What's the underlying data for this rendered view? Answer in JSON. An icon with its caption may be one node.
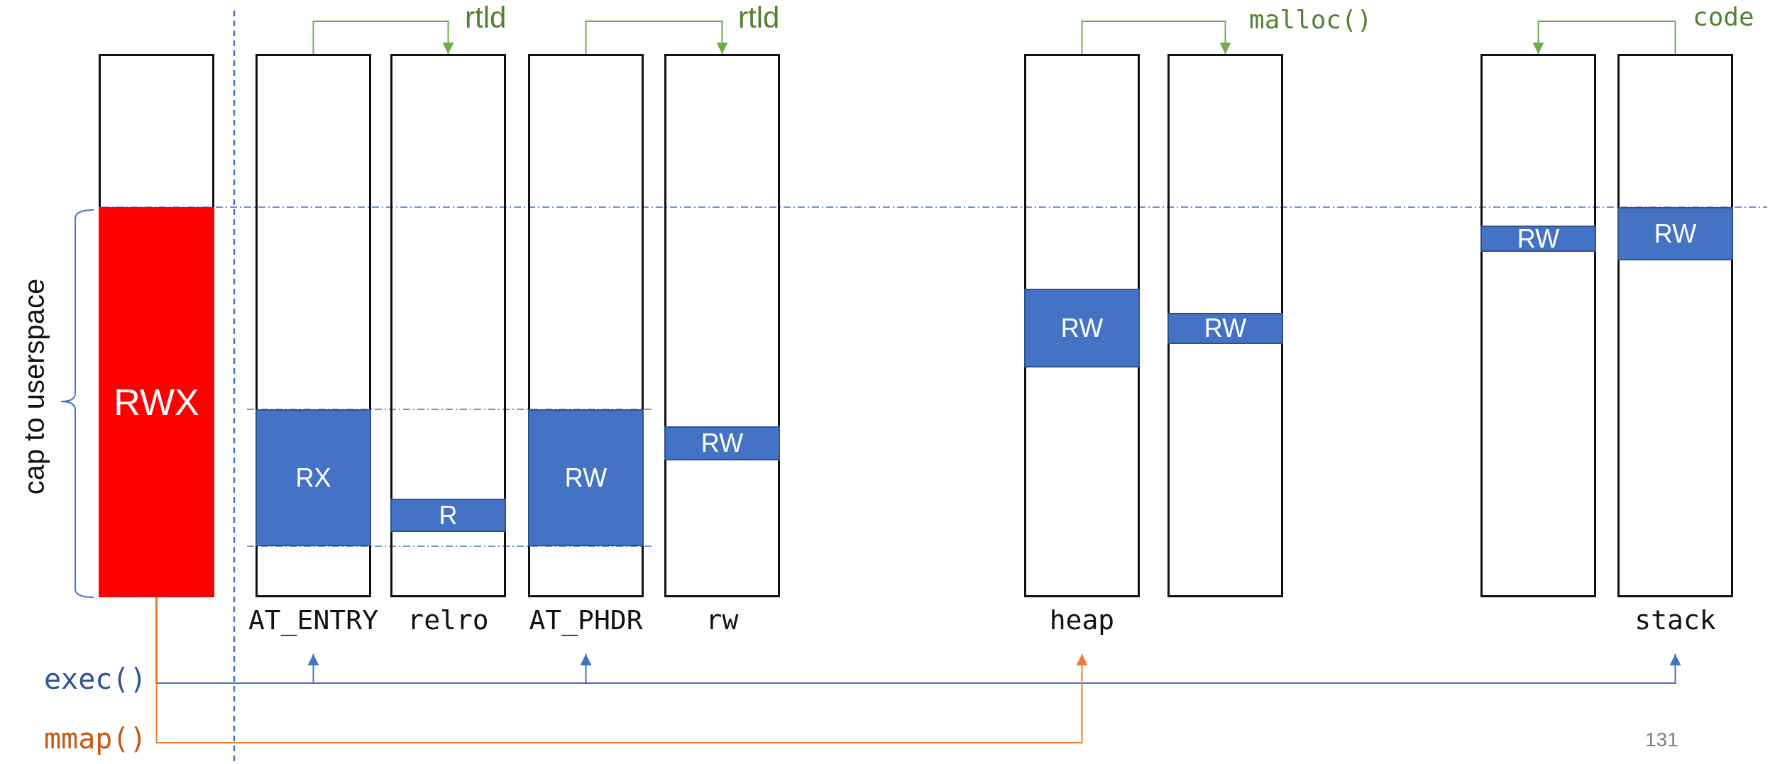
{
  "diagram": {
    "nodes": [
      {
        "text": [],
        "shape": "box"
      },
      {
        "text": [
          "RWX"
        ],
        "in": 0
      },
      {
        "text": [
          "AT_ENTRY"
        ]
      },
      {
        "text": [
          "RX"
        ],
        "in": 2
      },
      {
        "text": [
          "relro"
        ]
      },
      {
        "text": [
          "R"
        ],
        "in": 4
      },
      {
        "text": [
          "AT_PHDR"
        ]
      },
      {
        "text": [
          "RW"
        ],
        "in": 6
      },
      {
        "text": [
          "rw"
        ]
      },
      {
        "text": [
          "RW"
        ],
        "in": 8
      },
      {
        "text": [
          "heap"
        ]
      },
      {
        "text": [
          "RW"
        ],
        "in": 10
      },
      {
        "text": [],
        "shape": "box"
      },
      {
        "text": [
          "RW"
        ],
        "in": 12
      },
      {
        "text": [],
        "shape": "box"
      },
      {
        "text": [
          "RW"
        ],
        "in": 14
      },
      {
        "text": [
          "stack"
        ]
      },
      {
        "text": [
          "RW"
        ],
        "in": 16
      }
    ],
    "edges": [
      {
        "from": 2,
        "to": 4,
        "arrow": "to",
        "label": "rtld",
        "color": "#70ad47"
      },
      {
        "from": 6,
        "to": 8,
        "arrow": "to",
        "label": "rtld",
        "color": "#70ad47"
      },
      {
        "from": 10,
        "to": 12,
        "arrow": "to",
        "label": "malloc()",
        "color": "#70ad47"
      },
      {
        "from": 16,
        "to": 14,
        "arrow": "to",
        "label": "code",
        "color": "#70ad47"
      },
      {
        "from": 0,
        "to": 2,
        "arrow": "to",
        "color": "#4472c4"
      },
      {
        "from": 0,
        "to": 6,
        "arrow": "to",
        "color": "#4472c4"
      },
      {
        "from": 0,
        "to": 16,
        "arrow": "to",
        "color": "#4472c4"
      },
      {
        "from": 0,
        "to": 10,
        "arrow": "to",
        "color": "#ed7d31"
      }
    ],
    "labels": [
      "cap to userspace",
      "exec()",
      "mmap()",
      "131"
    ]
  }
}
